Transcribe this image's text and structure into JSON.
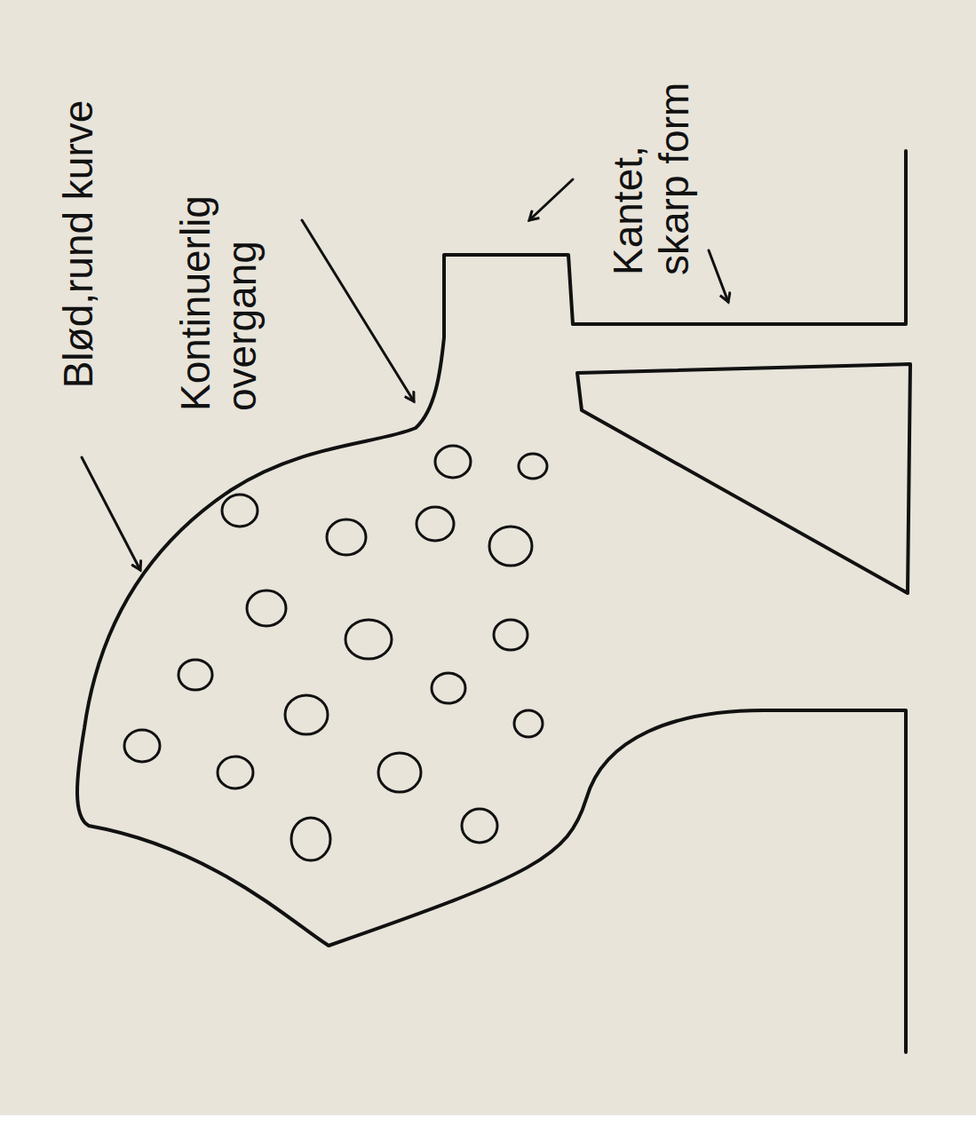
{
  "diagram": {
    "labels": [
      "Blød,rund kurve",
      "Kontinuerlig overgang",
      "Kantet, skarp form"
    ]
  }
}
